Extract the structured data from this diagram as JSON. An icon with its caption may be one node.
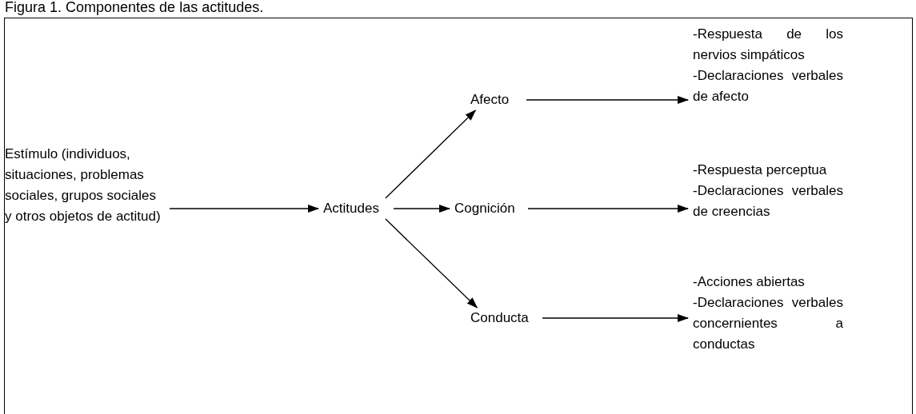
{
  "diagram": {
    "title": "Figura 1. Componentes de las actitudes.",
    "nodes": [
      {
        "text": [
          "Estímulo (individuos, situaciones, problemas sociales, grupos sociales y otros objetos de actitud)"
        ]
      },
      {
        "text": [
          "Actitudes"
        ]
      },
      {
        "text": [
          "Afecto"
        ]
      },
      {
        "text": [
          "Cognición"
        ]
      },
      {
        "text": [
          "Conducta"
        ]
      },
      {
        "text": [
          "-Respuesta de los nervios simpáticos",
          "-Declaraciones verbales de afecto"
        ]
      },
      {
        "text": [
          "-Respuesta perceptua",
          "-Declaraciones verbales de creencias"
        ]
      },
      {
        "text": [
          "-Acciones abiertas",
          "-Declaraciones verbales concernientes a conductas"
        ]
      }
    ],
    "edges": [
      {
        "from": 0,
        "to": 1,
        "arrow": "to"
      },
      {
        "from": 1,
        "to": 2,
        "arrow": "to"
      },
      {
        "from": 1,
        "to": 3,
        "arrow": "to"
      },
      {
        "from": 1,
        "to": 4,
        "arrow": "to"
      },
      {
        "from": 2,
        "to": 5,
        "arrow": "to"
      },
      {
        "from": 3,
        "to": 6,
        "arrow": "to"
      },
      {
        "from": 4,
        "to": 7,
        "arrow": "to"
      }
    ]
  }
}
